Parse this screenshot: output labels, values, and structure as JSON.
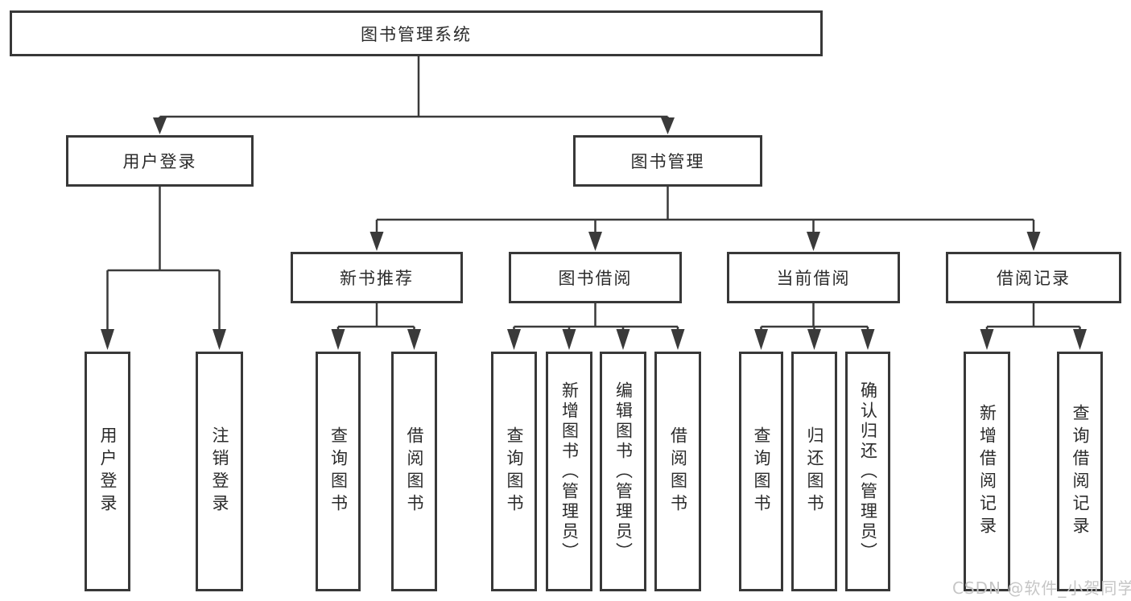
{
  "diagram_type": "hierarchy-tree",
  "colors": {
    "background": "#ffffff",
    "line": "#3a3a3a",
    "box_border": "#383838",
    "text": "#2b2b2b",
    "watermark": "#c6c6c6"
  },
  "watermark": "CSDN @软件_小贺同学",
  "nodes": {
    "root": {
      "label": "图书管理系统"
    },
    "user_login": {
      "label": "用户登录"
    },
    "book_management": {
      "label": "图书管理"
    },
    "new_book_recommend": {
      "label": "新书推荐"
    },
    "book_borrowing": {
      "label": "图书借阅"
    },
    "current_borrowing": {
      "label": "当前借阅"
    },
    "borrowing_records": {
      "label": "借阅记录"
    },
    "leaf_login": {
      "label": "用户登录"
    },
    "leaf_logout": {
      "label": "注销登录"
    },
    "leaf_rec_query_books": {
      "label": "查询图书"
    },
    "leaf_rec_borrow_books": {
      "label": "借阅图书"
    },
    "leaf_bor_query_books": {
      "label": "查询图书"
    },
    "leaf_bor_add_books": {
      "label": "新增图书（管理员）"
    },
    "leaf_bor_edit_books": {
      "label": "编辑图书（管理员）"
    },
    "leaf_bor_borrow_books": {
      "label": "借阅图书"
    },
    "leaf_cur_query_books": {
      "label": "查询图书"
    },
    "leaf_cur_return_books": {
      "label": "归还图书"
    },
    "leaf_cur_confirm_return": {
      "label": "确认归还（管理员）"
    },
    "leaf_record_add": {
      "label": "新增借阅记录"
    },
    "leaf_record_query": {
      "label": "查询借阅记录"
    }
  },
  "structure": {
    "图书管理系统": {
      "用户登录": [
        "用户登录",
        "注销登录"
      ],
      "图书管理": {
        "新书推荐": [
          "查询图书",
          "借阅图书"
        ],
        "图书借阅": [
          "查询图书",
          "新增图书（管理员）",
          "编辑图书（管理员）",
          "借阅图书"
        ],
        "当前借阅": [
          "查询图书",
          "归还图书",
          "确认归还（管理员）"
        ],
        "借阅记录": [
          "新增借阅记录",
          "查询借阅记录"
        ]
      }
    }
  }
}
